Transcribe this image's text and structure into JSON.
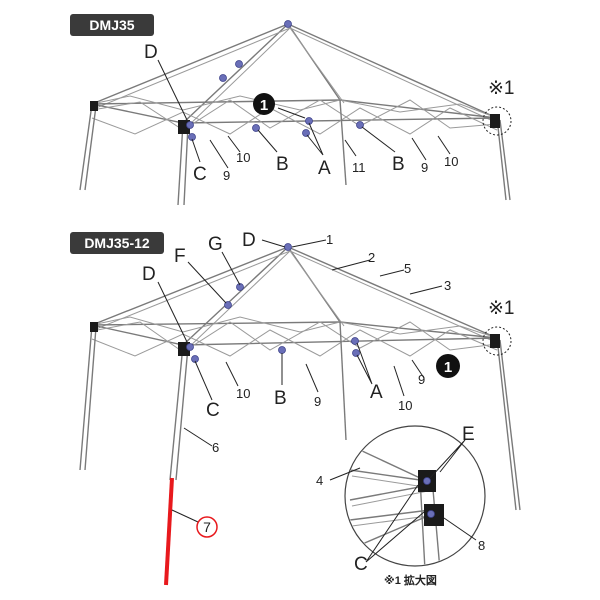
{
  "top_diagram": {
    "model_tag": "DMJ35",
    "note_marker": "※1",
    "callouts": {
      "d": "D",
      "c": "C",
      "b1": "B",
      "a": "A",
      "b2": "B",
      "n9a": "9",
      "n10a": "10",
      "n11": "11",
      "n9b": "9",
      "n10b": "10",
      "step": "1"
    }
  },
  "bottom_diagram": {
    "model_tag": "DMJ35-12",
    "note_marker": "※1",
    "callouts": {
      "d_top": "D",
      "n1": "1",
      "g": "G",
      "f": "F",
      "n2": "2",
      "n5": "5",
      "n3": "3",
      "d": "D",
      "c": "C",
      "b": "B",
      "n9a": "9",
      "n10a": "10",
      "a": "A",
      "n10b": "10",
      "n9b": "9",
      "n6": "6",
      "n7": "7",
      "step": "1"
    },
    "highlight_color": "#e8191d"
  },
  "detail_view": {
    "caption": "※1 拡大図",
    "callouts": {
      "e": "E",
      "n4": "4",
      "n8": "8",
      "c": "C"
    }
  },
  "colors": {
    "frame": "#7a7a7a",
    "joint": "#6a6fb8",
    "tag": "#3a3a3a",
    "highlight": "#e8191d"
  }
}
